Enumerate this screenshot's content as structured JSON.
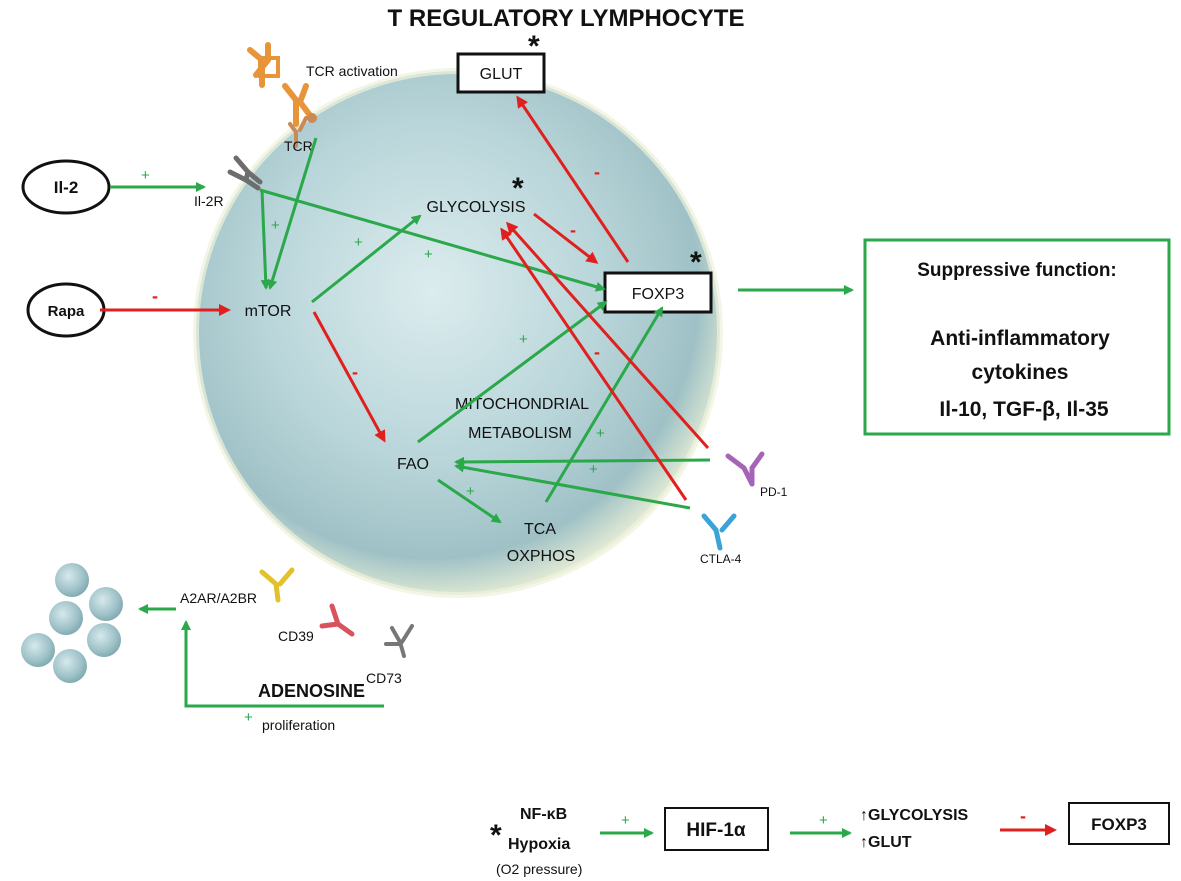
{
  "title": "T REGULATORY LYMPHOCYTE",
  "receptors": {
    "tcr_activation": "TCR activation",
    "tcr": "TCR",
    "il2r": "Il-2R",
    "pd1": "PD-1",
    "ctla4": "CTLA-4",
    "a2ar": "A2AR/A2BR",
    "cd39": "CD39",
    "cd73": "CD73"
  },
  "inputs": {
    "il2": "Il-2",
    "rapa": "Rapa",
    "adenosine": "ADENOSINE",
    "proliferation": "proliferation"
  },
  "nodes": {
    "glut": "GLUT",
    "glycolysis": "GLYCOLYSIS",
    "foxp3": "FOXP3",
    "mtor": "mTOR",
    "mito_line1": "MITOCHONDRIAL",
    "mito_line2": "METABOLISM",
    "fao": "FAO",
    "tca_line1": "TCA",
    "tca_line2": "OXPHOS"
  },
  "signs": {
    "plus": "+",
    "minus": "-",
    "star": "*"
  },
  "function_box": {
    "title": "Suppressive function:",
    "line1": "Anti-inflammatory",
    "line2": "cytokines",
    "line3": "Il-10, TGF-β, Il-35"
  },
  "legend": {
    "nfkb": "NF-κB",
    "hypoxia": "Hypoxia",
    "o2": "(O2 pressure)",
    "hif": "HIF-1α",
    "up_glycolysis": "↑GLYCOLYSIS",
    "up_glut": "↑GLUT",
    "foxp3": "FOXP3"
  },
  "colors": {
    "activation": "#2aa84a",
    "inhibition": "#e0201e",
    "function_border": "#2aa84a",
    "cell": "#b9d6da"
  }
}
